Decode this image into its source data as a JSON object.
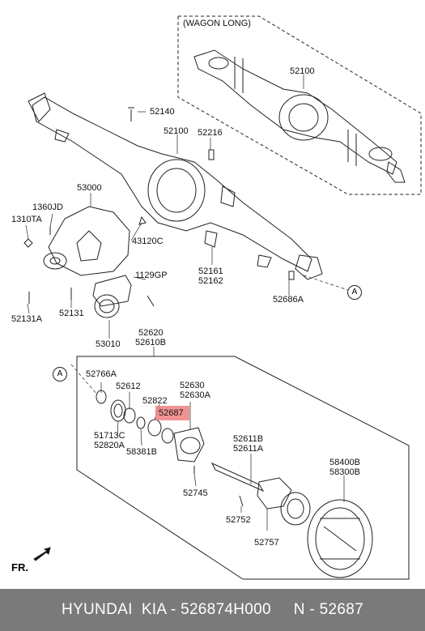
{
  "title_group": {
    "wagon": "(WAGON LONG)"
  },
  "labels": {
    "p52100_wagon": "52100",
    "p52140": "52140",
    "p52100": "52100",
    "p52216": "52216",
    "p53000": "53000",
    "p1360JD": "1360JD",
    "p1310TA": "1310TA",
    "p43120C": "43120C",
    "p1129GP": "1129GP",
    "p52161": "52161",
    "p52162": "52162",
    "p52686A": "52686A",
    "p52131A": "52131A",
    "p52131": "52131",
    "p53010": "53010",
    "p52620": "52620",
    "p52610B": "52610B",
    "p52766A": "52766A",
    "p52612": "52612",
    "p52630": "52630",
    "p52630A": "52630A",
    "p52822": "52822",
    "p52687": "52687",
    "p51713C": "51713C",
    "p52820A": "52820A",
    "p58381B": "58381B",
    "p52611B": "52611B",
    "p52611A": "52611A",
    "p58400B": "58400B",
    "p58300B": "58300B",
    "p52745": "52745",
    "p52752": "52752",
    "p52757": "52757"
  },
  "ref_marker": "A",
  "fr_label": "FR.",
  "footer_text": "HYUNDAI  KIA - 526874H000     N - 52687",
  "colors": {
    "highlight": "#f08080",
    "footer_bg": "#7a7a7a",
    "footer_text": "#ffffff"
  }
}
